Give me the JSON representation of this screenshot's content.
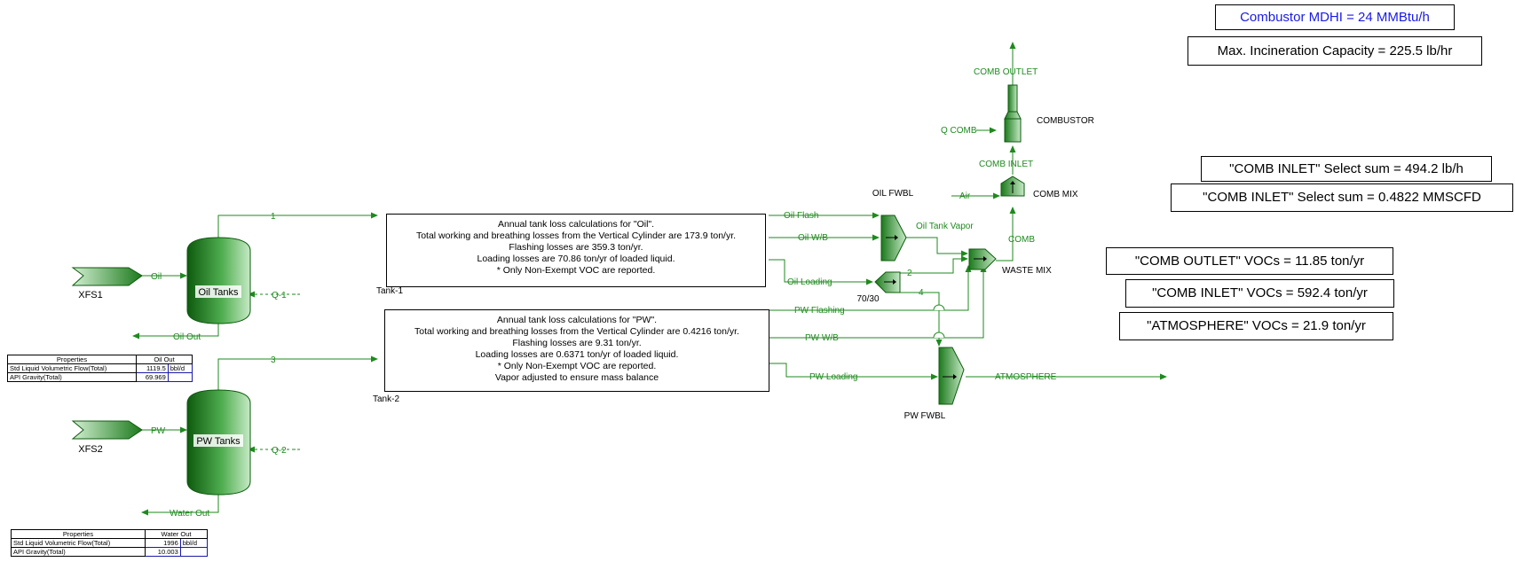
{
  "colors": {
    "stream": "#1e8a1e",
    "label_blue": "#1a1ae6",
    "equip_dark": "#0e5a0e",
    "equip_light": "#9fd79f"
  },
  "info_boxes": {
    "combustor_mdhi": "Combustor MDHI = 24 MMBtu/h",
    "max_incineration": "Max. Incineration Capacity = 225.5 lb/hr",
    "comb_inlet_lbh": "\"COMB INLET\" Select sum = 494.2 lb/h",
    "comb_inlet_mmscfd": "\"COMB INLET\" Select sum = 0.4822 MMSCFD",
    "comb_outlet_vocs": "\"COMB OUTLET\" VOCs = 11.85 ton/yr",
    "comb_inlet_vocs": "\"COMB INLET\" VOCs = 592.4 ton/yr",
    "atmosphere_vocs": "\"ATMOSPHERE\" VOCs = 21.9 ton/yr"
  },
  "tank1_note": {
    "caption": "Tank-1",
    "lines": [
      "Annual tank loss calculations for \"Oil\".",
      "Total working and breathing losses from the Vertical Cylinder are 173.9 ton/yr.",
      "Flashing losses are 359.3 ton/yr.",
      "Loading losses are 70.86 ton/yr of loaded liquid.",
      "* Only Non-Exempt VOC are reported."
    ]
  },
  "tank2_note": {
    "caption": "Tank-2",
    "lines": [
      "Annual tank loss calculations for \"PW\".",
      "Total working and breathing losses from the Vertical Cylinder are 0.4216 ton/yr.",
      "Flashing losses are 9.31 ton/yr.",
      "Loading losses are 0.6371 ton/yr of loaded liquid.",
      "* Only Non-Exempt VOC are reported.",
      "Vapor adjusted to ensure mass balance"
    ]
  },
  "oil_table": {
    "headers": [
      "Properties",
      "Oil Out",
      ""
    ],
    "rows": [
      [
        "Std Liquid Volumetric Flow(Total)",
        "1119.5",
        "bbl/d"
      ],
      [
        "API Gravity(Total)",
        "69.969",
        ""
      ]
    ]
  },
  "water_table": {
    "headers": [
      "Properties",
      "Water Out",
      ""
    ],
    "rows": [
      [
        "Std Liquid Volumetric Flow(Total)",
        "1996",
        "bbl/d"
      ],
      [
        "API Gravity(Total)",
        "10.003",
        ""
      ]
    ]
  },
  "equipment": {
    "xfs1": "XFS1",
    "xfs2": "XFS2",
    "oil_tanks": "Oil Tanks",
    "pw_tanks": "PW Tanks",
    "oil_fwbl": "OIL FWBL",
    "pw_fwbl": "PW FWBL",
    "splitter": "70/30",
    "waste_mix": "WASTE MIX",
    "comb_mix": "COMB MIX",
    "combustor": "COMBUSTOR"
  },
  "streams": {
    "oil": "Oil",
    "pw": "PW",
    "oil_out": "Oil Out",
    "water_out": "Water Out",
    "q1": "Q-1",
    "q2": "Q-2",
    "s1": "1",
    "s2": "2",
    "s3": "3",
    "s4": "4",
    "oil_flash": "Oil Flash",
    "oil_wb": "Oil W/B",
    "oil_loading": "Oil Loading",
    "oil_tank_vapor": "Oil Tank Vapor",
    "pw_flashing": "PW Flashing",
    "pw_wb": "PW W/B",
    "pw_loading": "PW Loading",
    "atmosphere": "ATMOSPHERE",
    "air": "Air",
    "comb": "COMB",
    "comb_inlet": "COMB INLET",
    "comb_outlet": "COMB OUTLET",
    "q_comb": "Q COMB"
  }
}
